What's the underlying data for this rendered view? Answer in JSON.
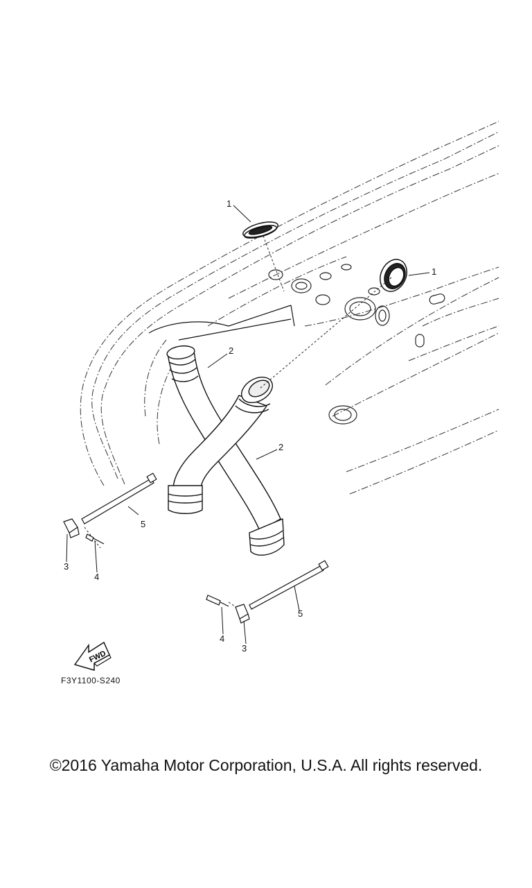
{
  "callouts": {
    "intake_cap_top": "1",
    "intake_cap_right": "1",
    "duct_upper": "2",
    "duct_lower": "2",
    "clamp_left": "3",
    "clamp_right": "3",
    "rivet_left": "4",
    "rivet_right": "4",
    "tie_left": "5",
    "tie_right": "5"
  },
  "fwd_arrow": {
    "label": "FWD"
  },
  "diagram_code": "F3Y1100-S240",
  "copyright": "©2016 Yamaha Motor Corporation, U.S.A. All rights reserved.",
  "colors": {
    "ink": "#111111",
    "background": "#ffffff"
  }
}
